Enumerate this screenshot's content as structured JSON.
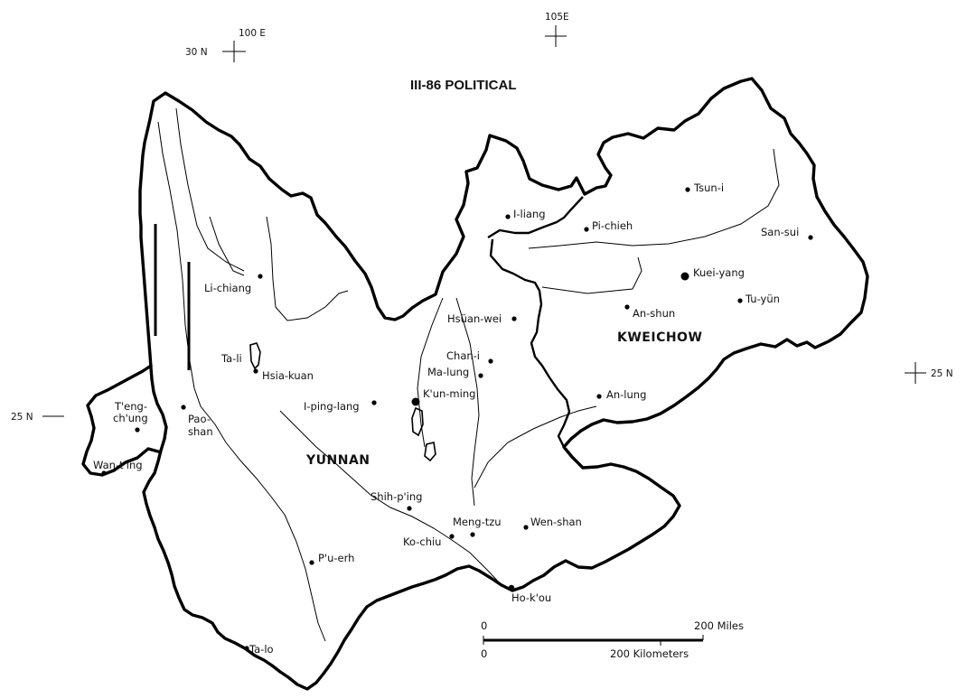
{
  "title": "III-86 POLITICAL",
  "provinces": [
    {
      "id": "yunnan",
      "label": "YUNNAN"
    },
    {
      "id": "kweichow",
      "label": "KWEICHOW"
    }
  ],
  "grid_labels": {
    "lon_100": "100 E",
    "lon_105": "105E",
    "lat_30": "30 N",
    "lat_25_left": "25 N",
    "lat_25_right": "25 N"
  },
  "cities": [
    {
      "id": "tsun-i",
      "label": "Tsun-i"
    },
    {
      "id": "i-liang",
      "label": "I-liang"
    },
    {
      "id": "pi-chieh",
      "label": "Pi-chieh"
    },
    {
      "id": "san-sui",
      "label": "San-sui"
    },
    {
      "id": "kuei-yang",
      "label": "Kuei-yang",
      "capital": true
    },
    {
      "id": "tu-yun",
      "label": "Tu-yün"
    },
    {
      "id": "li-chiang",
      "label": "Li-chiang"
    },
    {
      "id": "hsuan-wei",
      "label": "Hsüan-wei"
    },
    {
      "id": "an-shun",
      "label": "An-shun"
    },
    {
      "id": "ta-li",
      "label": "Ta-li"
    },
    {
      "id": "hsia-kuan",
      "label": "Hsia-kuan"
    },
    {
      "id": "chan-i",
      "label": "Chan-i"
    },
    {
      "id": "ma-lung",
      "label": "Ma-lung"
    },
    {
      "id": "kun-ming",
      "label": "K'un-ming",
      "capital": true
    },
    {
      "id": "an-lung",
      "label": "An-lung"
    },
    {
      "id": "i-ping-lang",
      "label": "I-ping-lang"
    },
    {
      "id": "tengchung-1",
      "label": "T'eng-"
    },
    {
      "id": "tengchung-2",
      "label": "ch'ung"
    },
    {
      "id": "pao-shan-1",
      "label": "Pao-"
    },
    {
      "id": "pao-shan-2",
      "label": "shan"
    },
    {
      "id": "wan-ting",
      "label": "Wan-t'ing"
    },
    {
      "id": "shih-ping",
      "label": "Shih-p'ing"
    },
    {
      "id": "meng-tzu",
      "label": "Meng-tzu"
    },
    {
      "id": "wen-shan",
      "label": "Wen-shan"
    },
    {
      "id": "ko-chiu",
      "label": "Ko-chiu"
    },
    {
      "id": "pu-erh",
      "label": "P'u-erh"
    },
    {
      "id": "ho-kou",
      "label": "Ho-k'ou"
    },
    {
      "id": "ta-lo",
      "label": "Ta-lo"
    }
  ],
  "scale_bar": {
    "miles_zero": "0",
    "miles_label": "200 Miles",
    "km_zero": "0",
    "km_label": "200 Kilometers"
  }
}
